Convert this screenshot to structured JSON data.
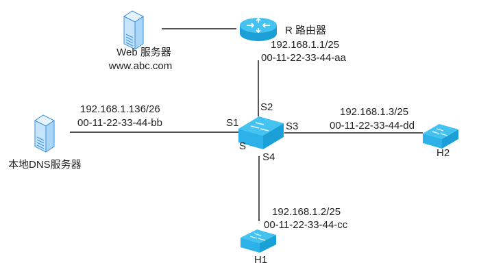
{
  "diagram": {
    "nodes": {
      "web_server": {
        "name": "Web 服务器",
        "host": "www.abc.com"
      },
      "router": {
        "name": "R 路由器",
        "ip": "192.168.1.1/25",
        "mac": "00-11-22-33-44-aa"
      },
      "dns_server": {
        "name": "本地DNS服务器",
        "ip": "192.168.1.136/26",
        "mac": "00-11-22-33-44-bb"
      },
      "switch": {
        "name": "S",
        "ports": {
          "s1": "S1",
          "s2": "S2",
          "s3": "S3",
          "s4": "S4"
        }
      },
      "h1": {
        "name": "H1",
        "ip": "192.168.1.2/25",
        "mac": "00-11-22-33-44-cc"
      },
      "h2": {
        "name": "H2",
        "ip": "192.168.1.3/25",
        "mac": "00-11-22-33-44-dd"
      }
    },
    "links": [
      {
        "from": "web_server",
        "to": "router"
      },
      {
        "from": "router",
        "to": "switch",
        "port": "S2"
      },
      {
        "from": "dns_server",
        "to": "switch",
        "port": "S1"
      },
      {
        "from": "switch",
        "to": "h2",
        "port": "S3"
      },
      {
        "from": "switch",
        "to": "h1",
        "port": "S4"
      }
    ],
    "colors": {
      "device_light": "#45c3f0",
      "device_dark": "#1a9fd6",
      "server_fill": "#c6e4fb",
      "server_stroke": "#3a8fd9",
      "line": "#555555"
    }
  }
}
